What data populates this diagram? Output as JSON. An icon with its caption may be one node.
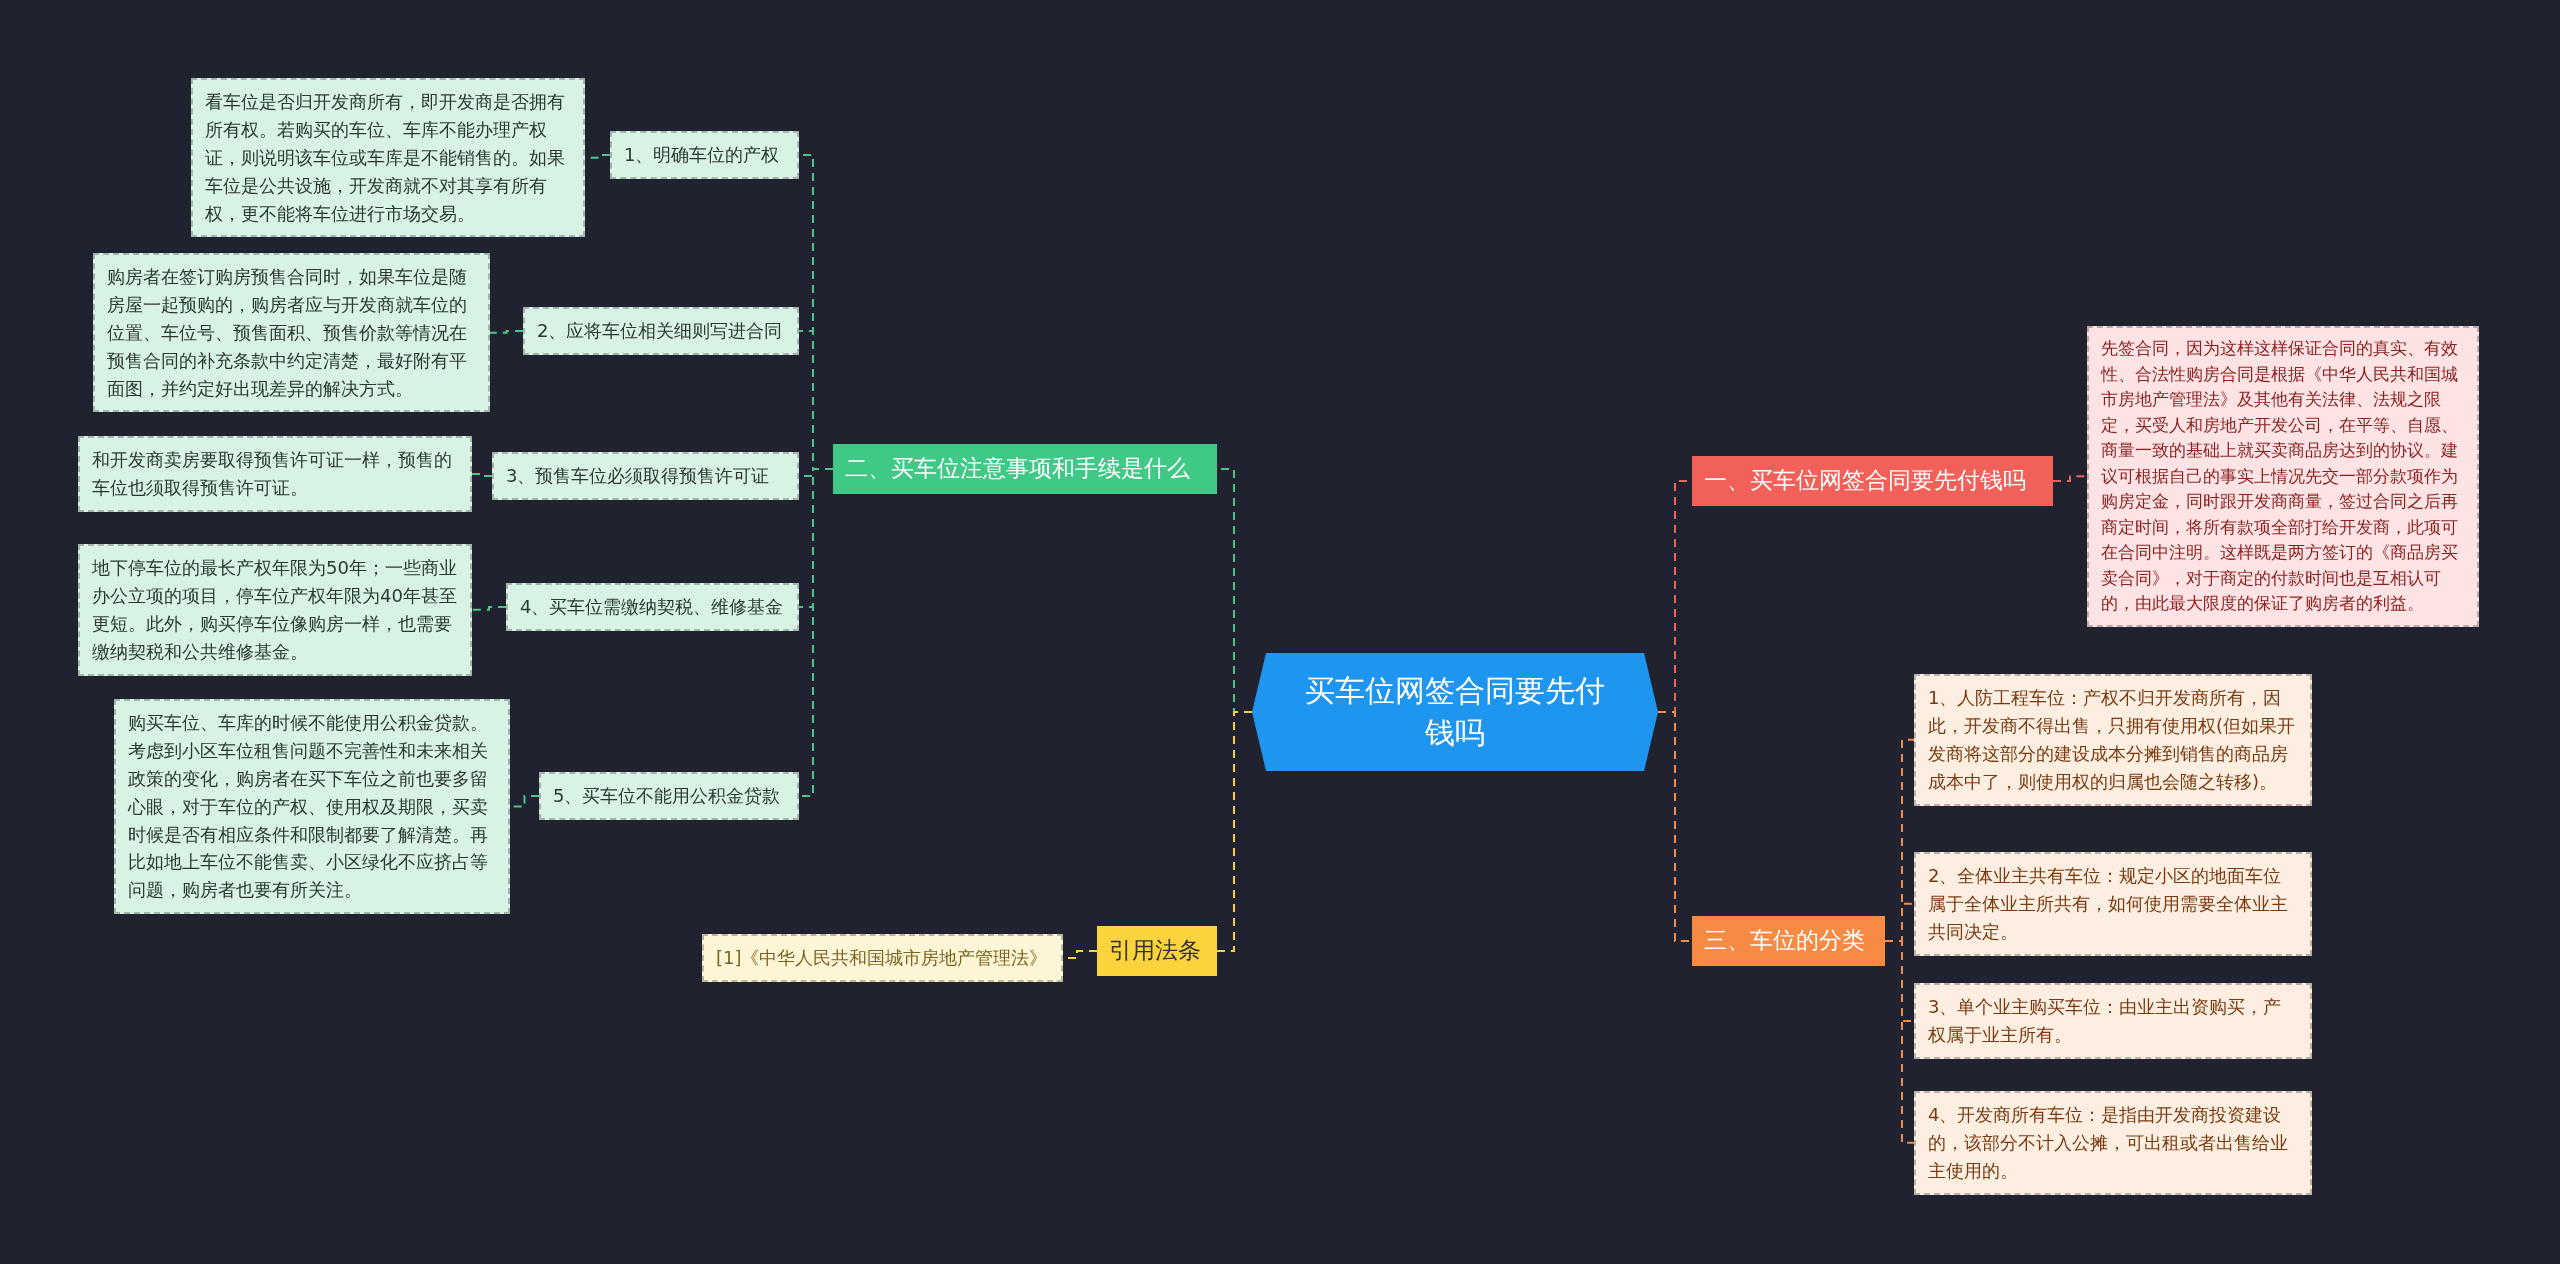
{
  "diagram": {
    "nodes": [
      {
        "text": [
          "买车位网签合同要先付钱吗"
        ]
      },
      {
        "text": [
          "二、买车位注意事项和手续是什么"
        ]
      },
      {
        "text": [
          "1、明确车位的产权"
        ]
      },
      {
        "text": [
          "看车位是否归开发商所有，即开发商是否拥有所有权。若购买的车位、车库不能办理产权证，则说明该车位或车库是不能销售的。如果车位是公共设施，开发商就不对其享有所有权，更不能将车位进行市场交易。"
        ]
      },
      {
        "text": [
          "2、应将车位相关细则写进合同"
        ]
      },
      {
        "text": [
          "购房者在签订购房预售合同时，如果车位是随房屋一起预购的，购房者应与开发商就车位的位置、车位号、预售面积、预售价款等情况在预售合同的补充条款中约定清楚，最好附有平面图，并约定好出现差异的解决方式。"
        ]
      },
      {
        "text": [
          "3、预售车位必须取得预售许可证"
        ]
      },
      {
        "text": [
          "和开发商卖房要取得预售许可证一样，预售的车位也须取得预售许可证。"
        ]
      },
      {
        "text": [
          "4、买车位需缴纳契税、维修基金"
        ]
      },
      {
        "text": [
          "地下停车位的最长产权年限为50年；一些商业办公立项的项目，停车位产权年限为40年甚至更短。此外，购买停车位像购房一样，也需要缴纳契税和公共维修基金。"
        ]
      },
      {
        "text": [
          "5、买车位不能用公积金贷款"
        ]
      },
      {
        "text": [
          "购买车位、车库的时候不能使用公积金贷款。考虑到小区车位租售问题不完善性和未来相关政策的变化，购房者在买下车位之前也要多留心眼，对于车位的产权、使用权及期限，买卖时候是否有相应条件和限制都要了解清楚。再比如地上车位不能售卖、小区绿化不应挤占等问题，购房者也要有所关注。"
        ]
      },
      {
        "text": [
          "引用法条"
        ]
      },
      {
        "text": [
          "[1]《中华人民共和国城市房地产管理法》"
        ]
      },
      {
        "text": [
          "一、买车位网签合同要先付钱吗"
        ]
      },
      {
        "text": [
          "先签合同，因为这样这样保证合同的真实、有效性、合法性购房合同是根据《中华人民共和国城市房地产管理法》及其他有关法律、法规之限定，买受人和房地产开发公司，在平等、自愿、商量一致的基础上就买卖商品房达到的协议。建议可根据自己的事实上情况先交一部分款项作为购房定金，同时跟开发商商量，签过合同之后再商定时间，将所有款项全部打给开发商，此项可在合同中注明。这样既是两方签订的《商品房买卖合同》，对于商定的付款时间也是互相认可的，由此最大限度的保证了购房者的利益。"
        ]
      },
      {
        "text": [
          "三、车位的分类"
        ]
      },
      {
        "text": [
          "1、人防工程车位：产权不归开发商所有，因此，开发商不得出售，只拥有使用权(但如果开发商将这部分的建设成本分摊到销售的商品房成本中了，则使用权的归属也会随之转移)。"
        ]
      },
      {
        "text": [
          "2、全体业主共有车位：规定小区的地面车位属于全体业主所共有，如何使用需要全体业主共同决定。"
        ]
      },
      {
        "text": [
          "3、单个业主购买车位：由业主出资购买，产权属于业主所有。"
        ]
      },
      {
        "text": [
          "4、开发商所有车位：是指由开发商投资建设的，该部分不计入公摊，可出租或者出售给业主使用的。"
        ]
      }
    ],
    "edges": [
      {
        "from": 0,
        "to": 1,
        "arrow": "none"
      },
      {
        "from": 1,
        "to": 2,
        "arrow": "none"
      },
      {
        "from": 2,
        "to": 3,
        "arrow": "none"
      },
      {
        "from": 1,
        "to": 4,
        "arrow": "none"
      },
      {
        "from": 4,
        "to": 5,
        "arrow": "none"
      },
      {
        "from": 1,
        "to": 6,
        "arrow": "none"
      },
      {
        "from": 6,
        "to": 7,
        "arrow": "none"
      },
      {
        "from": 1,
        "to": 8,
        "arrow": "none"
      },
      {
        "from": 8,
        "to": 9,
        "arrow": "none"
      },
      {
        "from": 1,
        "to": 10,
        "arrow": "none"
      },
      {
        "from": 10,
        "to": 11,
        "arrow": "none"
      },
      {
        "from": 0,
        "to": 12,
        "arrow": "none",
        "color": "#f5d142"
      },
      {
        "from": 12,
        "to": 13,
        "arrow": "none",
        "color": "#f5d142"
      },
      {
        "from": 0,
        "to": 14,
        "arrow": "none",
        "color": "#f2605a"
      },
      {
        "from": 14,
        "to": 15,
        "arrow": "none",
        "color": "#f2605a"
      },
      {
        "from": 0,
        "to": 16,
        "arrow": "none",
        "color": "#f78a45"
      },
      {
        "from": 16,
        "to": 17,
        "arrow": "none",
        "color": "#f78a45"
      },
      {
        "from": 16,
        "to": 18,
        "arrow": "none",
        "color": "#f78a45"
      },
      {
        "from": 16,
        "to": 19,
        "arrow": "none",
        "color": "#f78a45"
      },
      {
        "from": 16,
        "to": 20,
        "arrow": "none",
        "color": "#f78a45"
      }
    ]
  }
}
